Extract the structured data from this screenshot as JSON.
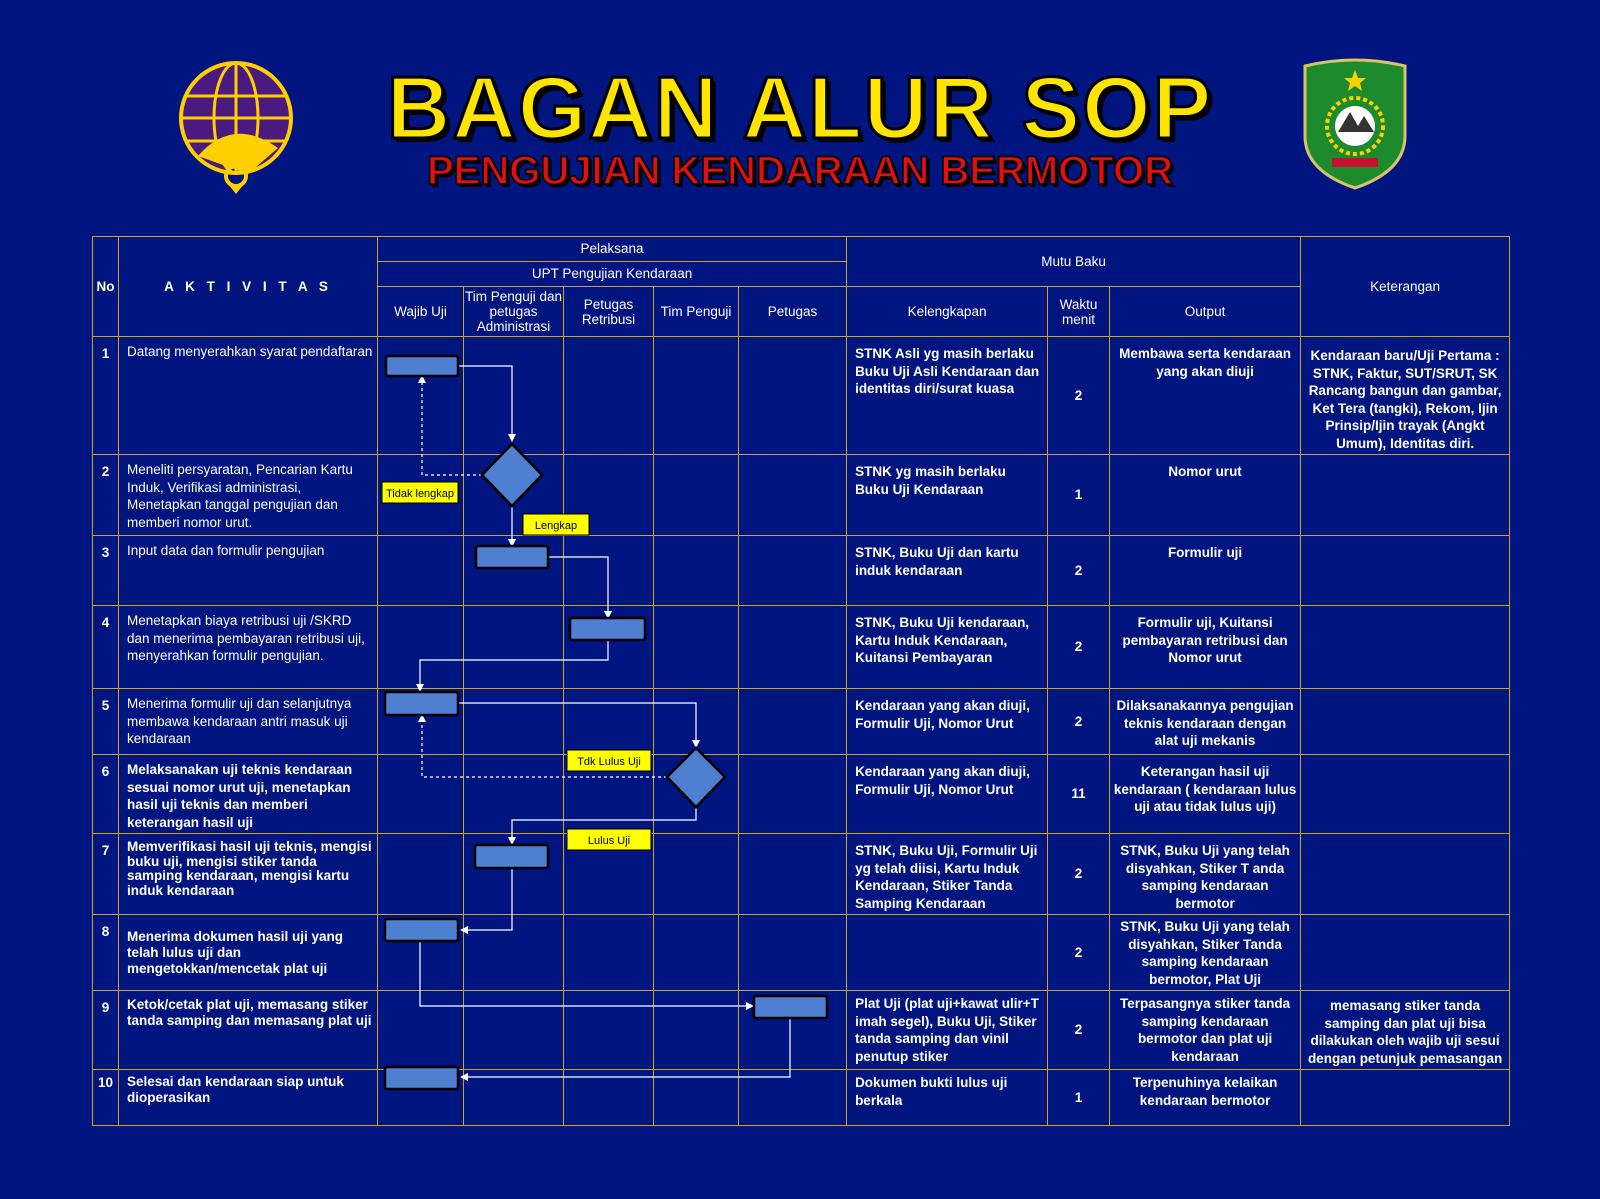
{
  "header": {
    "title": "BAGAN ALUR SOP",
    "subtitle": "PENGUJIAN KENDARAAN BERMOTOR"
  },
  "colors": {
    "background": "#001580",
    "title": "#ffe400",
    "subtitle": "#e01010",
    "grid": "#c9a227",
    "shape_fill": "#4f7fd0",
    "label_fill": "#ffff00"
  },
  "table_header": {
    "no": "No",
    "aktivitas": "A K T I V I T A S",
    "pelaksana": "Pelaksana",
    "upt": "UPT Pengujian Kendaraan",
    "wajib_uji": "Wajib Uji",
    "tim_penguji_admin": "Tim Penguji dan petugas Administrasi",
    "petugas_retribusi": "Petugas Retribusi",
    "tim_penguji": "Tim Penguji",
    "petugas": "Petugas",
    "mutu_baku": "Mutu Baku",
    "kelengkapan": "Kelengkapan",
    "waktu": "Waktu menit",
    "output": "Output",
    "keterangan": "Keterangan"
  },
  "rows": [
    {
      "no": "1",
      "aktivitas": "Datang menyerahkan syarat pendaftaran",
      "kelengkapan": "STNK Asli yg masih berlaku Buku Uji Asli Kendaraan dan identitas diri/surat kuasa",
      "waktu": "2",
      "output": "Membawa serta kendaraan yang akan diuji",
      "keterangan": "Kendaraan baru/Uji Pertama : STNK, Faktur, SUT/SRUT, SK Rancang bangun dan gambar, Ket Tera (tangki), Rekom, Ijin Prinsip/Ijin trayak (Angkt Umum), Identitas diri."
    },
    {
      "no": "2",
      "aktivitas": "Meneliti persyaratan, Pencarian Kartu Induk, Verifikasi administrasi, Menetapkan tanggal pengujian dan memberi nomor urut.",
      "kelengkapan": "STNK yg masih berlaku Buku Uji Kendaraan",
      "waktu": "1",
      "output": "Nomor urut",
      "keterangan": ""
    },
    {
      "no": "3",
      "aktivitas": "Input data dan formulir pengujian",
      "kelengkapan": "STNK, Buku Uji dan kartu induk kendaraan",
      "waktu": "2",
      "output": "Formulir uji",
      "keterangan": ""
    },
    {
      "no": "4",
      "aktivitas": "Menetapkan biaya retribusi uji /SKRD dan menerima pembayaran retribusi uji, menyerahkan formulir pengujian.",
      "kelengkapan": "STNK, Buku Uji kendaraan, Kartu Induk Kendaraan, Kuitansi Pembayaran",
      "waktu": "2",
      "output": "Formulir uji, Kuitansi pembayaran retribusi dan Nomor urut",
      "keterangan": ""
    },
    {
      "no": "5",
      "aktivitas": "Menerima formulir uji dan selanjutnya membawa kendaraan antri masuk uji kendaraan",
      "kelengkapan": "Kendaraan yang akan diuji, Formulir Uji, Nomor Urut",
      "waktu": "2",
      "output": "Dilaksanakannya pengujian teknis kendaraan dengan alat uji mekanis",
      "keterangan": ""
    },
    {
      "no": "6",
      "aktivitas": "Melaksanakan uji teknis kendaraan sesuai nomor urut uji, menetapkan hasil uji teknis dan memberi keterangan hasil uji",
      "kelengkapan": "Kendaraan yang akan diuji, Formulir Uji, Nomor Urut",
      "waktu": "11",
      "output": "Keterangan hasil uji kendaraan ( kendaraan lulus uji atau tidak lulus uji)",
      "keterangan": ""
    },
    {
      "no": "7",
      "aktivitas": "Memverifikasi hasil uji teknis, mengisi buku uji, mengisi stiker tanda samping kendaraan, mengisi kartu induk kendaraan",
      "kelengkapan": "STNK, Buku Uji, Formulir Uji yg telah diisi, Kartu Induk Kendaraan, Stiker Tanda Samping Kendaraan",
      "waktu": "2",
      "output": "STNK, Buku Uji yang telah disyahkan, Stiker T anda samping kendaraan bermotor",
      "keterangan": ""
    },
    {
      "no": "8",
      "aktivitas": "Menerima dokumen hasil uji yang telah lulus uji dan mengetokkan/mencetak plat uji",
      "kelengkapan": "",
      "waktu": "2",
      "output": "STNK, Buku Uji yang telah disyahkan, Stiker Tanda samping kendaraan bermotor, Plat Uji",
      "keterangan": ""
    },
    {
      "no": "9",
      "aktivitas": "Ketok/cetak plat uji, memasang stiker tanda samping dan memasang plat uji",
      "kelengkapan": "Plat Uji (plat uji+kawat ulir+T imah segel), Buku Uji, Stiker tanda samping dan vinil penutup stiker",
      "waktu": "2",
      "output": "Terpasangnya stiker tanda samping kendaraan bermotor dan plat uji kendaraan",
      "keterangan": "memasang stiker tanda samping dan plat uji bisa dilakukan oleh wajib uji sesui dengan petunjuk pemasangan"
    },
    {
      "no": "10",
      "aktivitas": "Selesai dan kendaraan siap untuk dioperasikan",
      "kelengkapan": "Dokumen bukti lulus uji berkala",
      "waktu": "1",
      "output": "Terpenuhinya kelaikan kendaraan bermotor",
      "keterangan": ""
    }
  ],
  "flow_labels": {
    "tidak_lengkap": "Tidak lengkap",
    "lengkap": "Lengkap",
    "tdk_lulus_uji": "Tdk Lulus Uji",
    "lulus_uji": "Lulus Uji"
  },
  "icons": {
    "logo_left": "dishub-globe-logo-icon",
    "logo_right": "regional-emblem-icon"
  }
}
